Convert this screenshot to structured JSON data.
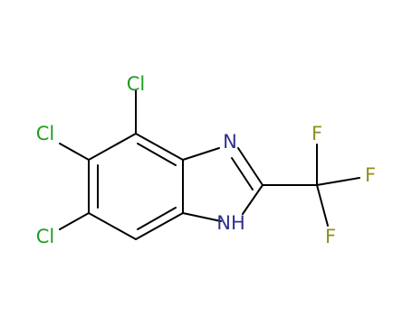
{
  "molecule": {
    "atoms": {
      "cl_top": "Cl",
      "cl_mid": "Cl",
      "cl_bottom": "Cl",
      "n_imine": "N",
      "nh": "NH",
      "f_top": "F",
      "f_right": "F",
      "f_bottom": "F"
    },
    "colors": {
      "chlorine": "#1f9e1f",
      "nitrogen": "#2f2f8f",
      "fluorine": "#8f8f1f",
      "bond": "#000000",
      "background": "#ffffff"
    }
  }
}
